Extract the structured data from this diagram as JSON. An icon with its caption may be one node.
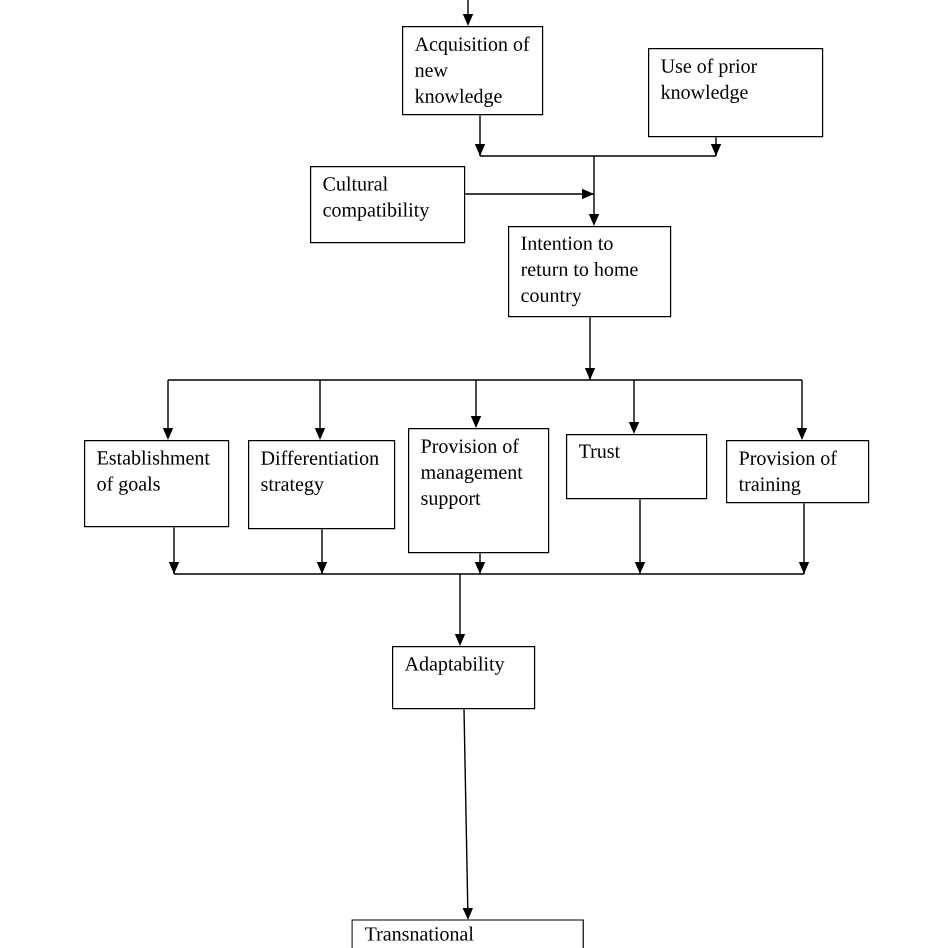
{
  "diagram": {
    "nodes": [
      {
        "text": [
          "Acquisition of new knowledge"
        ]
      },
      {
        "text": [
          "Use of prior knowledge"
        ]
      },
      {
        "text": [
          "Cultural compatibility"
        ]
      },
      {
        "text": [
          "Intention to return to home country"
        ]
      },
      {
        "text": [
          "Establishment of goals"
        ]
      },
      {
        "text": [
          "Differentiation strategy"
        ]
      },
      {
        "text": [
          "Provision of management support"
        ]
      },
      {
        "text": [
          "Trust"
        ]
      },
      {
        "text": [
          "Provision of training"
        ]
      },
      {
        "text": [
          "Adaptability"
        ]
      },
      {
        "text": [
          "Transnational"
        ]
      }
    ],
    "edges": [
      {
        "from": null,
        "to": 0,
        "arrow": "to"
      },
      {
        "from": 0,
        "to": 3,
        "arrow": "to"
      },
      {
        "from": 1,
        "to": 3,
        "arrow": "to"
      },
      {
        "from": 2,
        "to": 3,
        "arrow": "to"
      },
      {
        "from": 3,
        "to": 4,
        "arrow": "to"
      },
      {
        "from": 3,
        "to": 5,
        "arrow": "to"
      },
      {
        "from": 3,
        "to": 6,
        "arrow": "to"
      },
      {
        "from": 3,
        "to": 7,
        "arrow": "to"
      },
      {
        "from": 3,
        "to": 8,
        "arrow": "to"
      },
      {
        "from": 4,
        "to": 9,
        "arrow": "to"
      },
      {
        "from": 5,
        "to": 9,
        "arrow": "to"
      },
      {
        "from": 6,
        "to": 9,
        "arrow": "to"
      },
      {
        "from": 7,
        "to": 9,
        "arrow": "to"
      },
      {
        "from": 8,
        "to": 9,
        "arrow": "to"
      },
      {
        "from": 9,
        "to": 10,
        "arrow": "to"
      }
    ]
  }
}
